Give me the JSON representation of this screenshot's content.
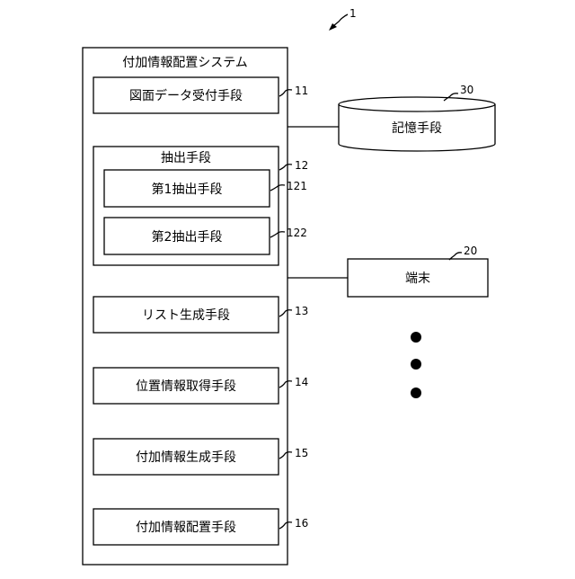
{
  "figure": {
    "ref": "1",
    "system": {
      "title": "付加情報配置システム",
      "components": [
        {
          "label": "図面データ受付手段",
          "ref": "11"
        },
        {
          "label": "抽出手段",
          "ref": "12",
          "children": [
            {
              "label": "第1抽出手段",
              "ref": "121"
            },
            {
              "label": "第2抽出手段",
              "ref": "122"
            }
          ]
        },
        {
          "label": "リスト生成手段",
          "ref": "13"
        },
        {
          "label": "位置情報取得手段",
          "ref": "14"
        },
        {
          "label": "付加情報生成手段",
          "ref": "15"
        },
        {
          "label": "付加情報配置手段",
          "ref": "16"
        }
      ]
    },
    "storage": {
      "label": "記憶手段",
      "ref": "30"
    },
    "terminal": {
      "label": "端末",
      "ref": "20"
    }
  }
}
